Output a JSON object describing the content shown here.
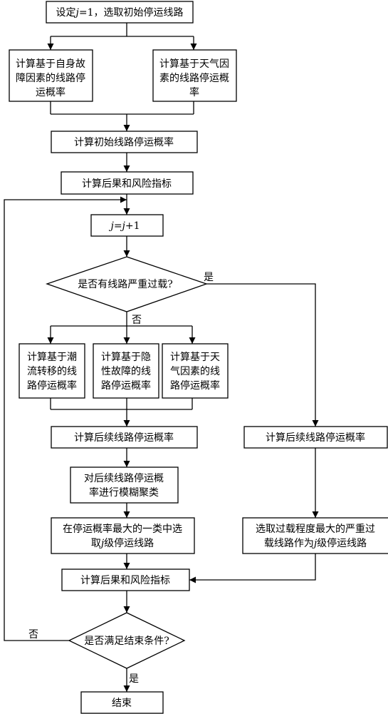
{
  "nodes": {
    "init": {
      "parts": [
        "设定",
        "j",
        "=1，选取初始停运线路"
      ]
    },
    "self_fault": {
      "lines": [
        "计算基于自身故",
        "障因素的线路停",
        "运概率"
      ]
    },
    "weather1": {
      "lines": [
        "计算基于天气因",
        "素的线路停运概",
        "率"
      ]
    },
    "init_prob": {
      "text": "计算初始线路停运概率"
    },
    "risk1": {
      "text": "计算后果和风险指标"
    },
    "incr": {
      "parts": [
        "j",
        "=",
        "j",
        "+1"
      ]
    },
    "overload_q": {
      "text": "是否有线路严重过载?"
    },
    "flow": {
      "lines": [
        "计算基于潮",
        "流转移的线",
        "路停运概率"
      ]
    },
    "hidden": {
      "lines": [
        "计算基于隐",
        "性故障的线",
        "路停运概率"
      ]
    },
    "weather2": {
      "lines": [
        "计算基于天",
        "气因素的线",
        "路停运概率"
      ]
    },
    "next_prob_left": {
      "text": "计算后续线路停运概率"
    },
    "next_prob_right": {
      "text": "计算后续线路停运概率"
    },
    "fuzzy": {
      "lines": [
        "对后续线路停运概",
        "率进行模糊聚类"
      ]
    },
    "select_max": {
      "line1": "在停运概率最大的一类中选",
      "line2": [
        "取",
        "j",
        "级停运线路"
      ]
    },
    "select_overload": {
      "line1": "选取过载程度最大的严重过",
      "line2": [
        "载线路作为",
        "j",
        "级停运线路"
      ]
    },
    "risk2": {
      "text": "计算后果和风险指标"
    },
    "end_q": {
      "text": "是否满足结束条件?"
    },
    "end": {
      "text": "结束"
    }
  },
  "edge_labels": {
    "overload_yes": "是",
    "overload_no": "否",
    "end_no": "否",
    "end_yes": "是"
  }
}
